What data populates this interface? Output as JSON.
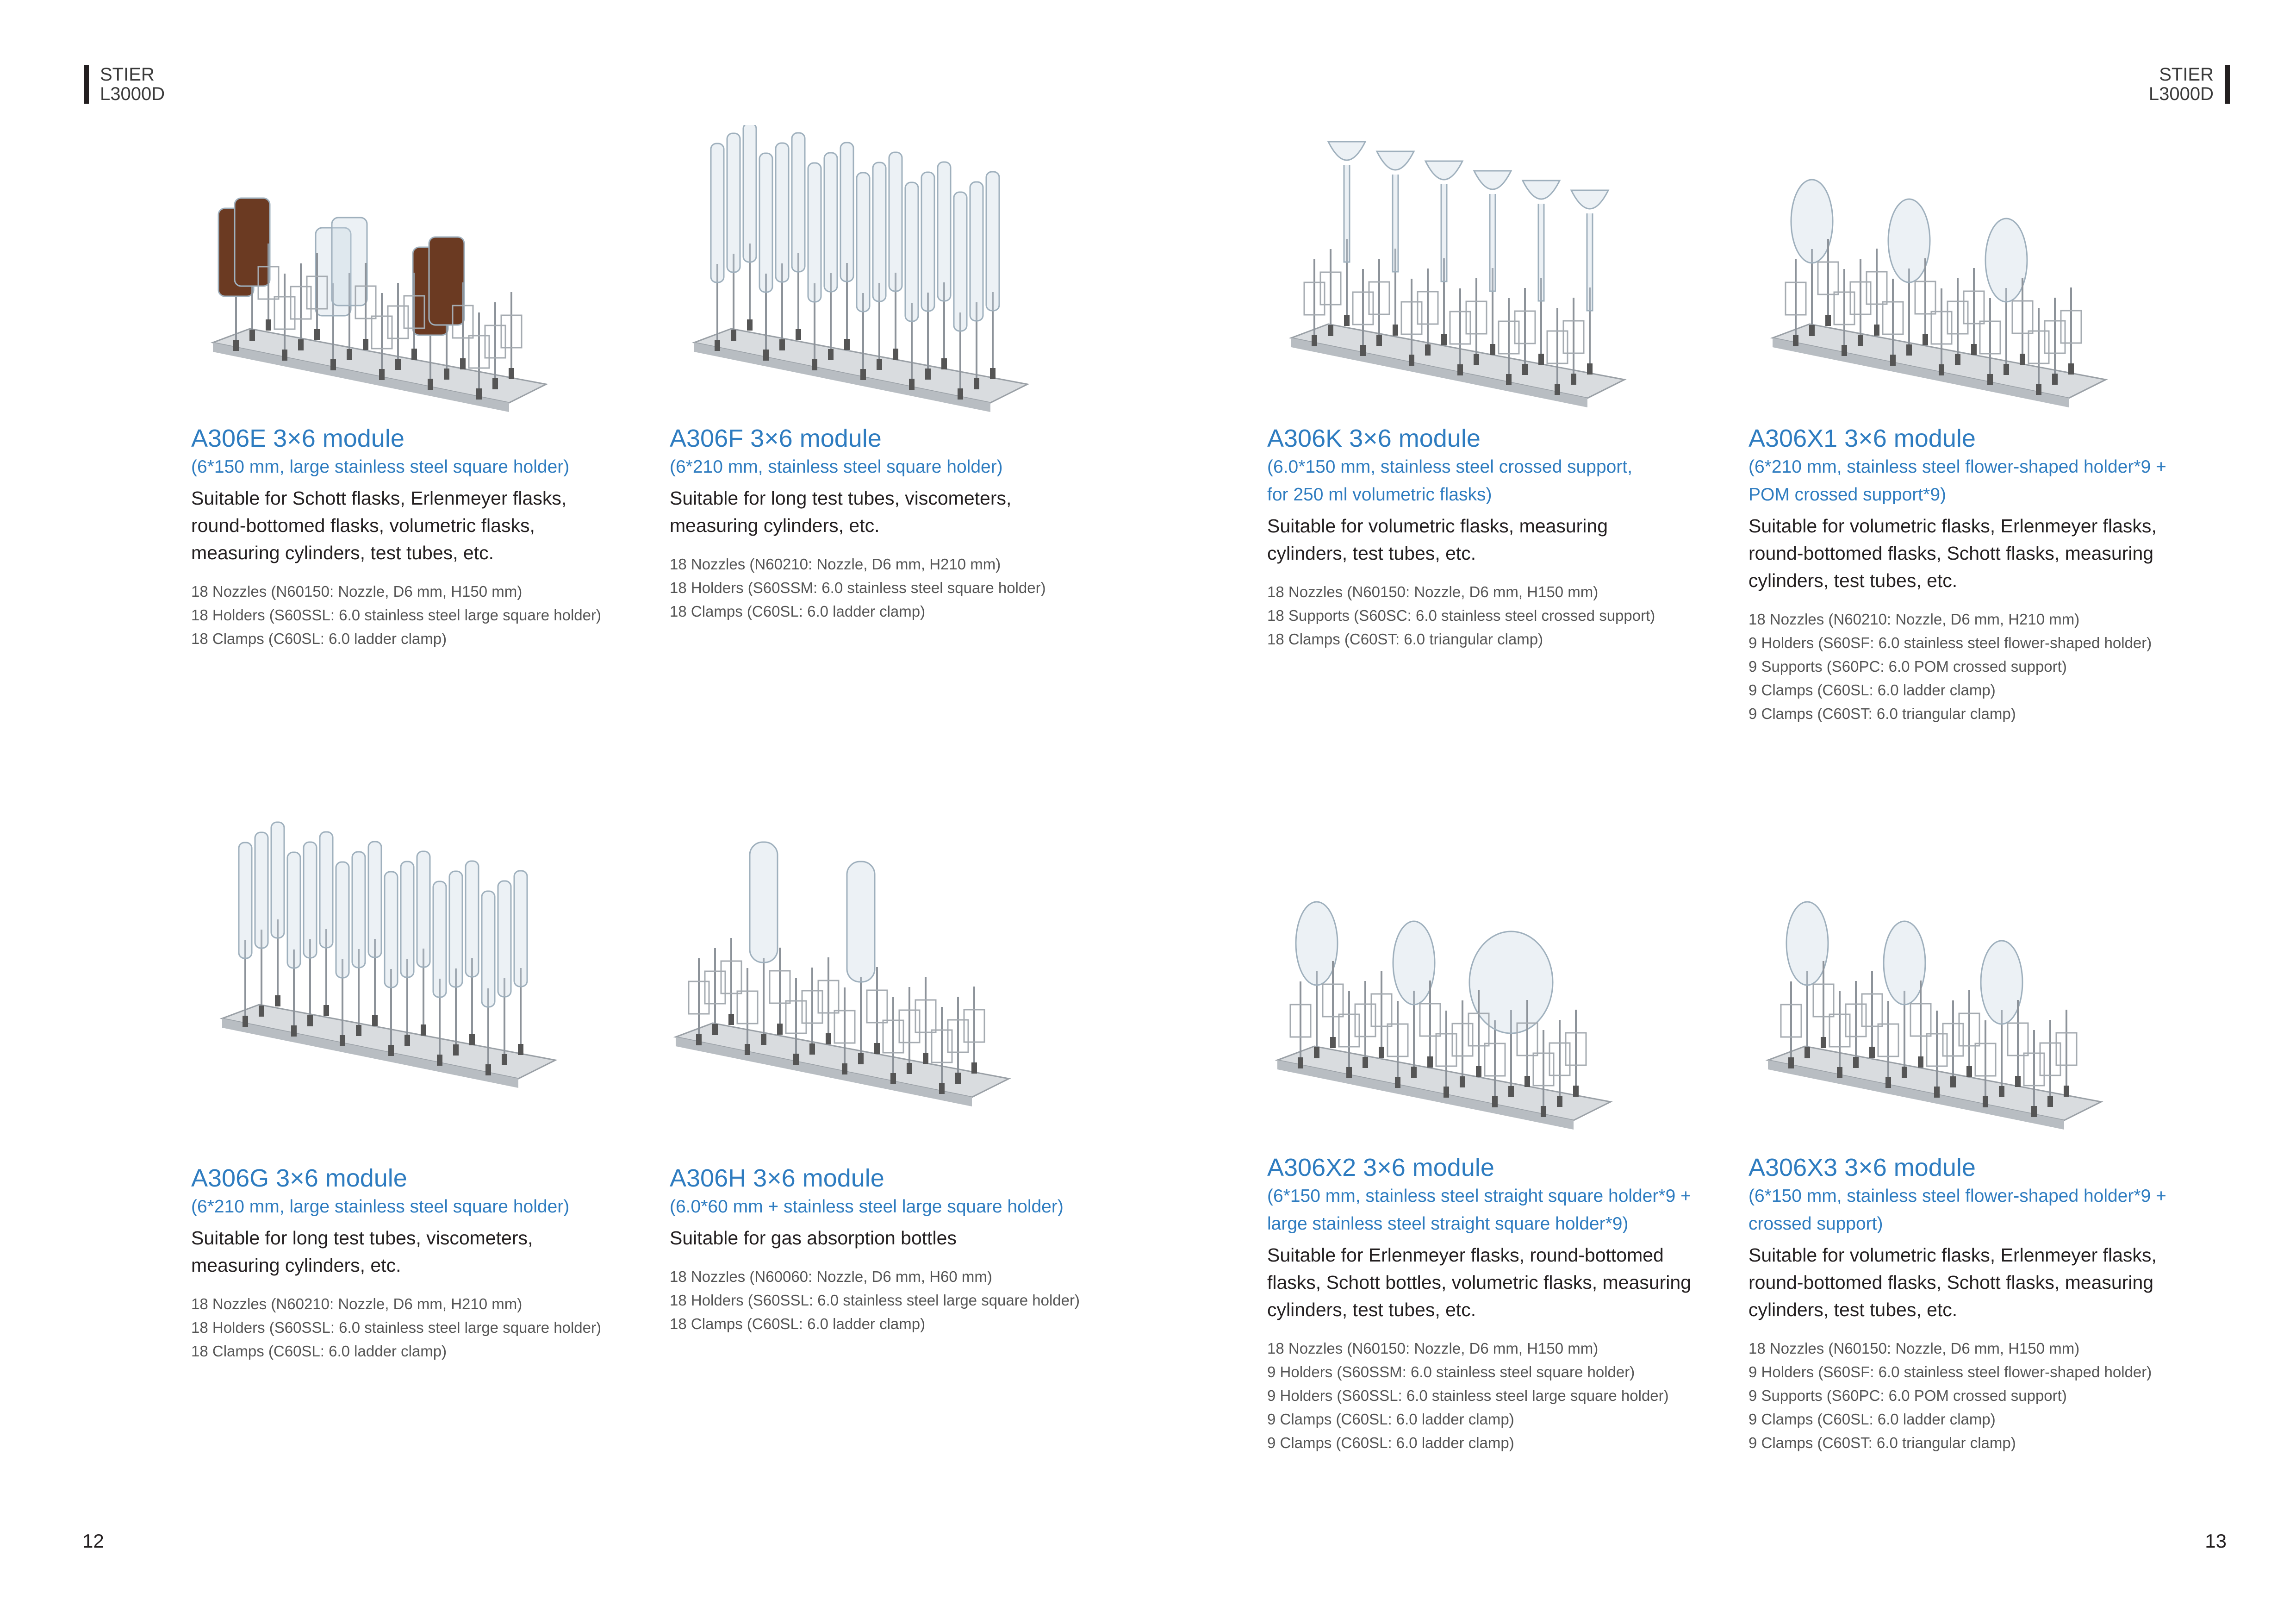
{
  "header": {
    "brand": "STIER",
    "model": "L3000D"
  },
  "pages": {
    "left": "12",
    "right": "13"
  },
  "colors": {
    "accent": "#2e7cc0",
    "text": "#231f20",
    "spec": "#555555"
  },
  "products": [
    {
      "title": "A306E  3×6 module",
      "subtitle": [
        "(6*150 mm, large stainless steel square holder)"
      ],
      "body": [
        "Suitable for Schott flasks, Erlenmeyer flasks,",
        "round-bottomed flasks, volumetric flasks,",
        "measuring cylinders, test tubes, etc."
      ],
      "specs": [
        "18 Nozzles (N60150: Nozzle, D6 mm, H150 mm)",
        "18 Holders (S60SSL: 6.0 stainless steel large square holder)",
        "18 Clamps (C60SL: 6.0 ladder clamp)"
      ],
      "image_icon": "rack-with-bottles-icon"
    },
    {
      "title": "A306F  3×6 module",
      "subtitle": [
        "(6*210 mm, stainless steel square holder)"
      ],
      "body": [
        "Suitable for long test tubes, viscometers,",
        "measuring cylinders, etc."
      ],
      "specs": [
        "18 Nozzles (N60210: Nozzle, D6 mm, H210 mm)",
        "18 Holders (S60SSM: 6.0 stainless steel square holder)",
        "18 Clamps (C60SL: 6.0 ladder clamp)"
      ],
      "image_icon": "rack-with-cylinders-icon"
    },
    {
      "title": "A306K  3×6 module",
      "subtitle": [
        "(6.0*150 mm, stainless steel crossed support,",
        "for 250 ml volumetric flasks)"
      ],
      "body": [
        "Suitable for volumetric flasks, measuring",
        "cylinders, test tubes, etc."
      ],
      "specs": [
        "18 Nozzles (N60150: Nozzle, D6 mm, H150 mm)",
        "18 Supports (S60SC: 6.0 stainless steel crossed support)",
        "18 Clamps (C60ST: 6.0 triangular clamp)"
      ],
      "image_icon": "rack-with-volumetric-flasks-icon"
    },
    {
      "title": "A306X1  3×6 module",
      "subtitle": [
        " (6*210 mm, stainless steel flower-shaped holder*9 +",
        "POM crossed support*9)"
      ],
      "body": [
        "Suitable for volumetric flasks, Erlenmeyer flasks,",
        "round-bottomed flasks, Schott flasks, measuring",
        "cylinders, test tubes, etc."
      ],
      "specs": [
        "18 Nozzles (N60210: Nozzle, D6 mm, H210 mm)",
        "9 Holders (S60SF: 6.0 stainless steel flower-shaped holder)",
        "9 Supports (S60PC: 6.0 POM crossed support)",
        "9 Clamps (C60SL: 6.0 ladder clamp)",
        "9 Clamps (C60ST: 6.0 triangular clamp)"
      ],
      "image_icon": "rack-with-mixed-flasks-icon"
    },
    {
      "title": "A306G  3×6 module",
      "subtitle": [
        "(6*210 mm, large stainless steel square holder)"
      ],
      "body": [
        "Suitable for long test tubes, viscometers,",
        "measuring cylinders, etc."
      ],
      "specs": [
        "18 Nozzles (N60210: Nozzle, D6 mm, H210 mm)",
        "18 Holders (S60SSL: 6.0 stainless steel large square holder)",
        "18 Clamps (C60SL: 6.0 ladder clamp)"
      ],
      "image_icon": "rack-with-viscometers-icon"
    },
    {
      "title": "A306H  3×6 module",
      "subtitle": [
        "(6.0*60 mm + stainless steel large square holder)"
      ],
      "body": [
        "Suitable for gas absorption bottles"
      ],
      "specs": [
        "18 Nozzles (N60060: Nozzle, D6 mm, H60 mm)",
        "18 Holders (S60SSL: 6.0 stainless steel large square holder)",
        "18 Clamps (C60SL: 6.0 ladder clamp)"
      ],
      "image_icon": "rack-with-gas-bottles-icon"
    },
    {
      "title": "A306X2  3×6 module",
      "subtitle": [
        "(6*150 mm, stainless steel straight square holder*9 +",
        "large stainless steel straight square holder*9)"
      ],
      "body": [
        "Suitable for Erlenmeyer flasks, round-bottomed",
        "flasks, Schott bottles, volumetric flasks, measuring",
        "cylinders, test tubes, etc."
      ],
      "specs": [
        "18 Nozzles (N60150: Nozzle, D6 mm, H150 mm)",
        "9 Holders (S60SSM: 6.0 stainless steel square holder)",
        "9 Holders (S60SSL: 6.0 stainless steel large square holder)",
        "9 Clamps (C60SL: 6.0 ladder clamp)",
        "9 Clamps (C60SL: 6.0 ladder clamp)"
      ],
      "image_icon": "rack-with-round-flasks-icon"
    },
    {
      "title": "A306X3  3×6 module",
      "subtitle": [
        "(6*150 mm, stainless steel flower-shaped holder*9 +",
        "crossed support)"
      ],
      "body": [
        "Suitable for volumetric flasks, Erlenmeyer flasks,",
        "round-bottomed flasks, Schott flasks, measuring",
        "cylinders, test tubes, etc."
      ],
      "specs": [
        "18 Nozzles (N60150: Nozzle, D6 mm, H150 mm)",
        "9 Holders (S60SF: 6.0 stainless steel flower-shaped holder)",
        "9 Supports (S60PC: 6.0 POM crossed support)",
        "9 Clamps (C60SL: 6.0 ladder clamp)",
        "9 Clamps (C60ST: 6.0 triangular clamp)"
      ],
      "image_icon": "rack-with-erlenmeyer-flasks-icon"
    }
  ]
}
